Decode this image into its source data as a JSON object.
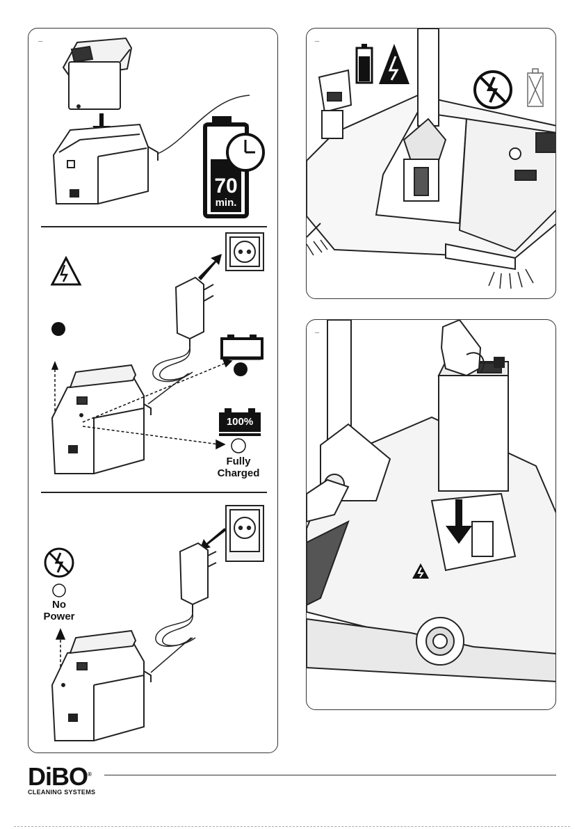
{
  "panels": {
    "left": {
      "step_mark": "_"
    },
    "right_top": {
      "step_mark": "_"
    },
    "right_bottom": {
      "step_mark": "_"
    }
  },
  "charge_time": {
    "value": "70",
    "unit": "min."
  },
  "battery_full": {
    "label": "100%"
  },
  "status": {
    "fully_charged": "Fully\nCharged",
    "fully_charged_line1": "Fully",
    "fully_charged_line2": "Charged",
    "no_power_line1": "No",
    "no_power_line2": "Power"
  },
  "brand": {
    "name": "DiBO",
    "registered": "®",
    "tagline": "CLEANING SYSTEMS"
  },
  "colors": {
    "ink": "#111111",
    "line": "#333333",
    "fill_light": "#f2f2f2"
  },
  "icons": [
    "battery-charger-icon",
    "battery-charge-time-icon",
    "clock-icon",
    "warning-electric-icon",
    "wall-socket-icon",
    "power-plug-icon",
    "battery-empty-icon",
    "battery-full-icon",
    "no-power-icon",
    "led-on-icon",
    "led-off-icon",
    "arrow-down-icon",
    "sweeper-machine-icon",
    "hand-icon"
  ]
}
